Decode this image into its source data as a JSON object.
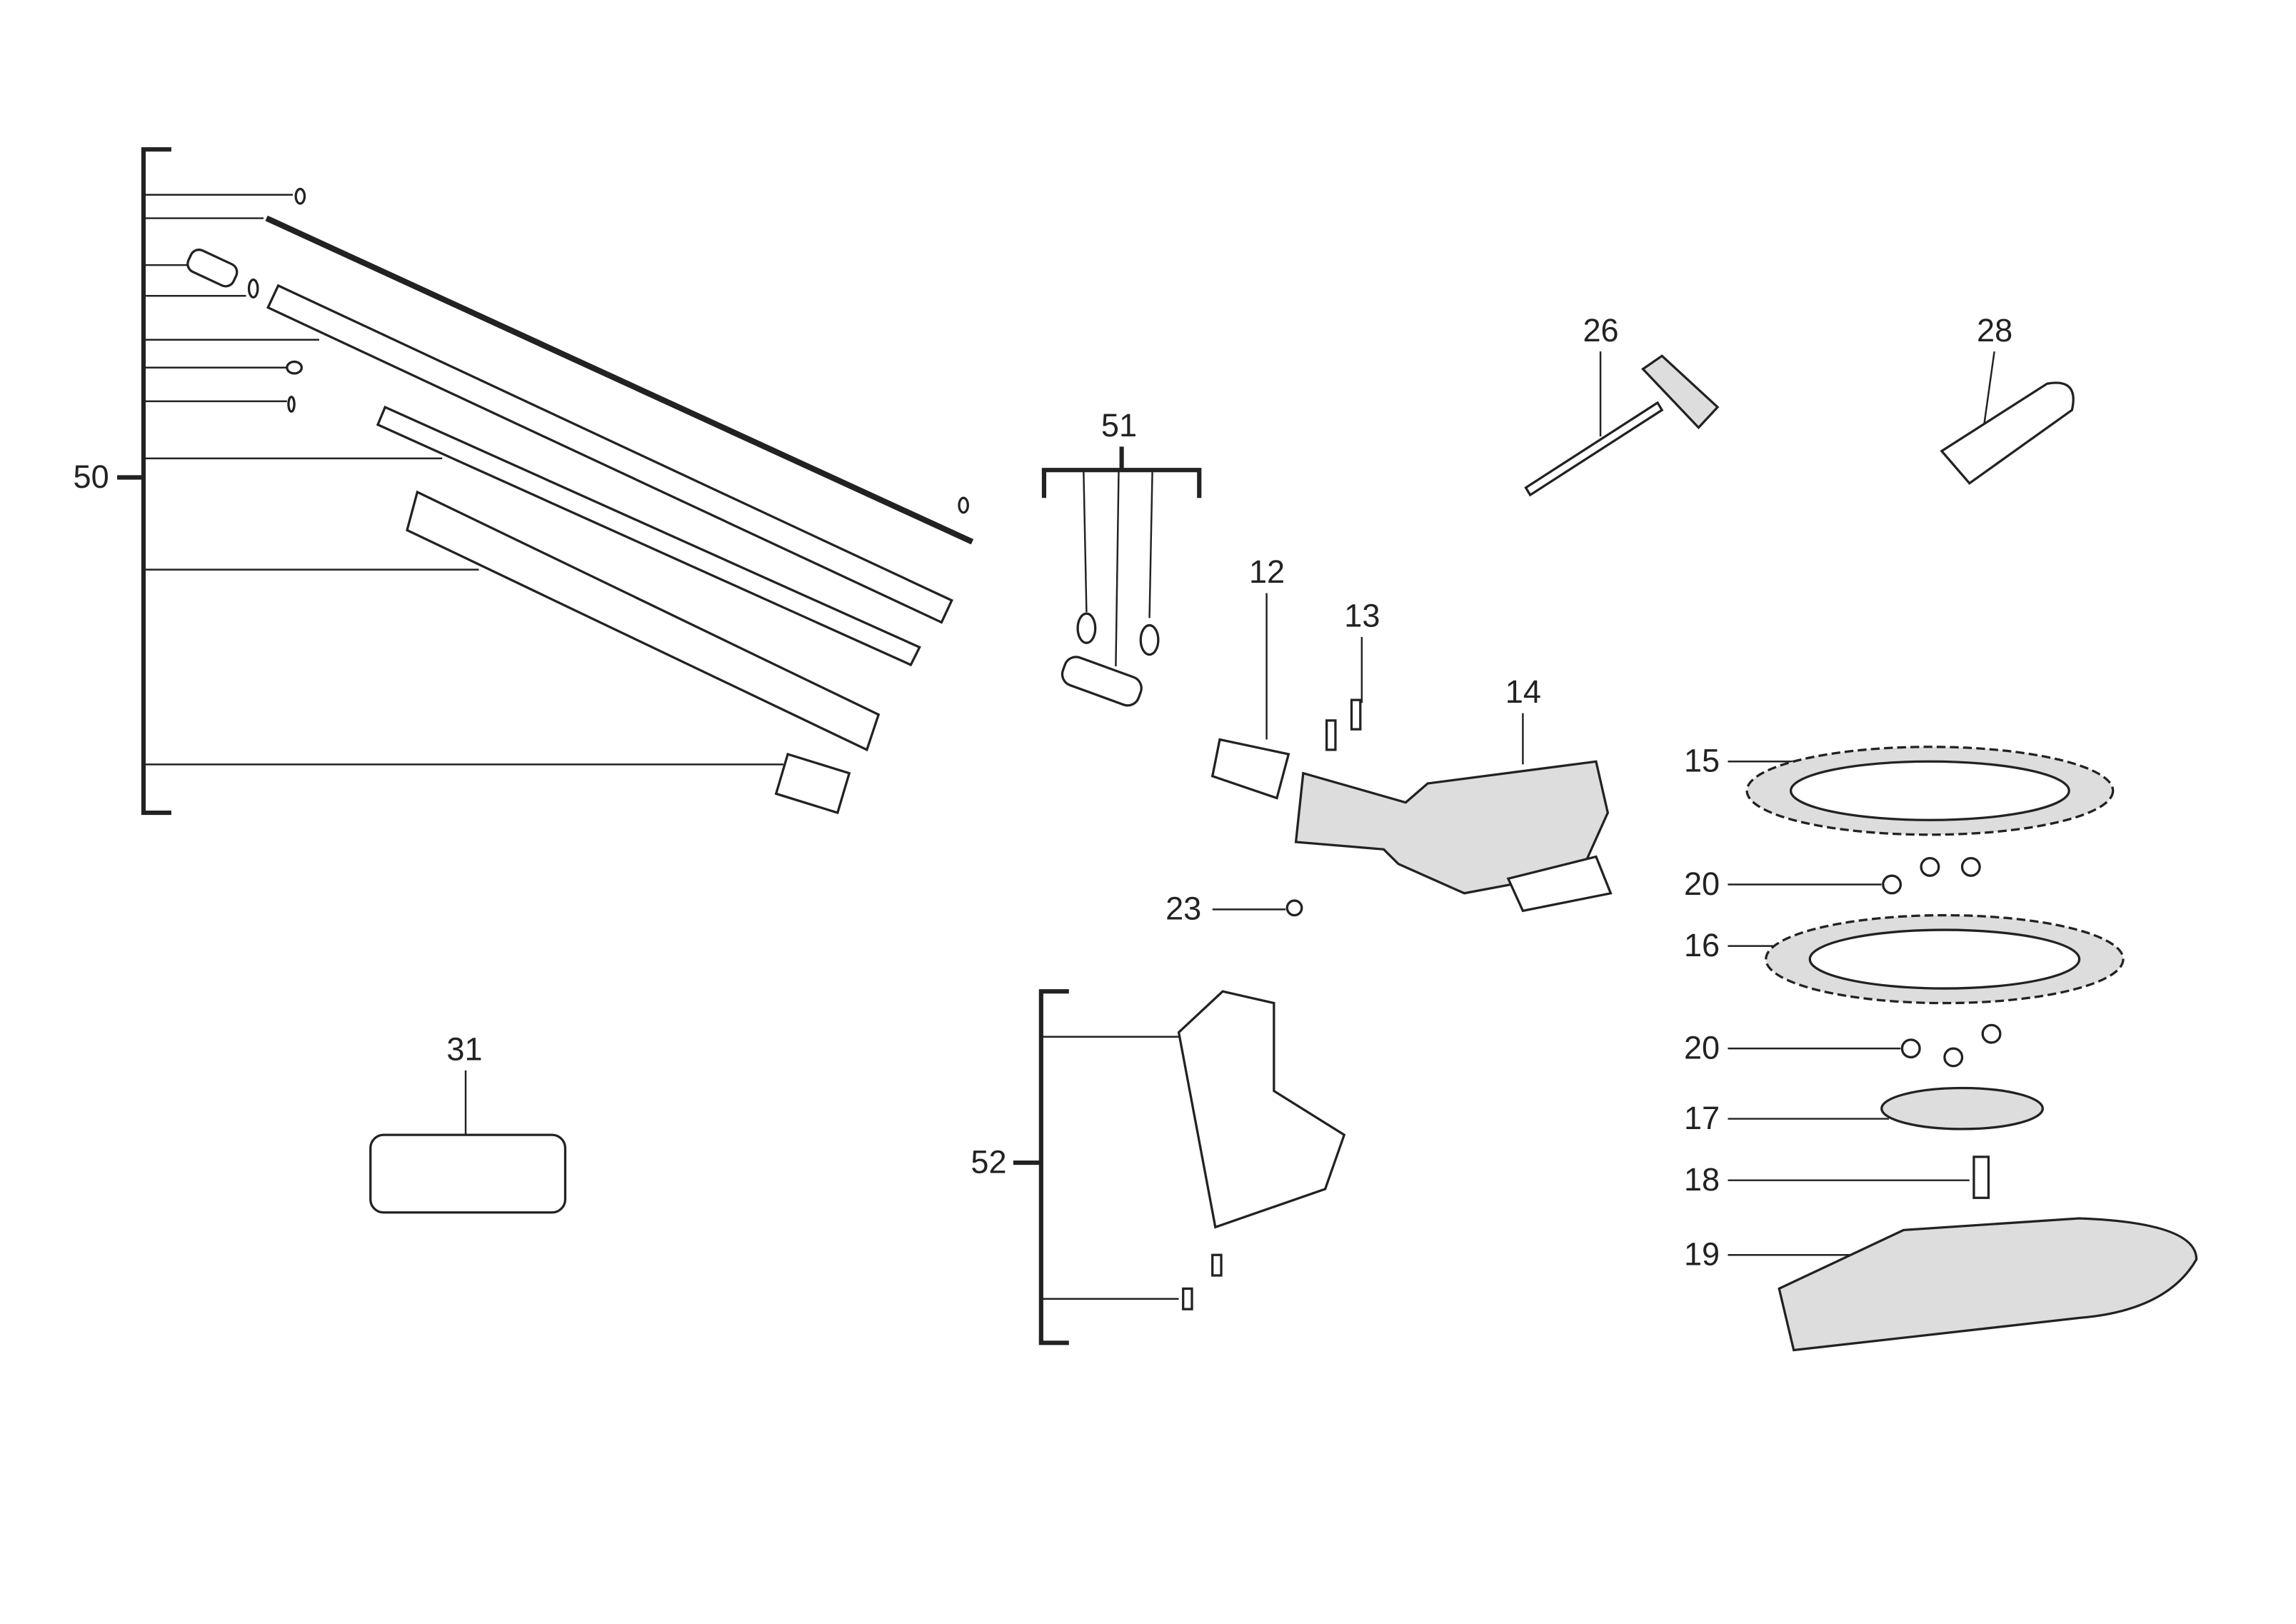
{
  "diagram": {
    "type": "exploded-parts-diagram",
    "colors": {
      "line": "#222222",
      "background": "#ffffff"
    },
    "callouts": {
      "c50": "50",
      "c51": "51",
      "c12": "12",
      "c13": "13",
      "c14": "14",
      "c26": "26",
      "c28": "28",
      "c15": "15",
      "c20a": "20",
      "c16": "16",
      "c20b": "20",
      "c17": "17",
      "c18": "18",
      "c19": "19",
      "c23": "23",
      "c31": "31",
      "c52": "52"
    }
  }
}
